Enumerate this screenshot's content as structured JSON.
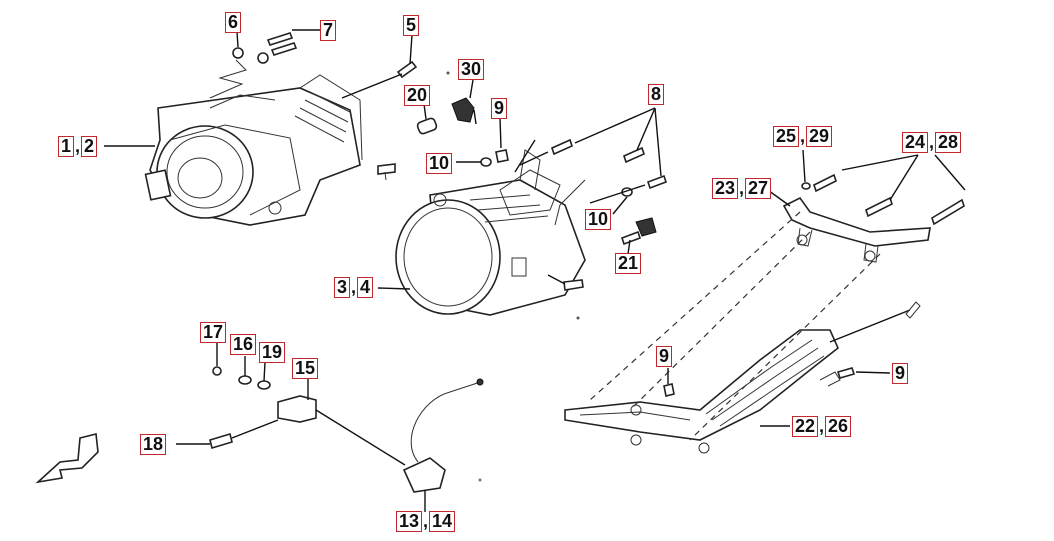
{
  "callouts": [
    {
      "id": "c-6",
      "nums": [
        "6"
      ]
    },
    {
      "id": "c-7",
      "nums": [
        "7"
      ]
    },
    {
      "id": "c-5",
      "nums": [
        "5"
      ]
    },
    {
      "id": "c-30",
      "nums": [
        "30"
      ]
    },
    {
      "id": "c-20",
      "nums": [
        "20"
      ]
    },
    {
      "id": "c-9a",
      "nums": [
        "9"
      ]
    },
    {
      "id": "c-8",
      "nums": [
        "8"
      ]
    },
    {
      "id": "c-1-2",
      "nums": [
        "1",
        "2"
      ]
    },
    {
      "id": "c-10a",
      "nums": [
        "10"
      ]
    },
    {
      "id": "c-10b",
      "nums": [
        "10"
      ]
    },
    {
      "id": "c-21",
      "nums": [
        "21"
      ]
    },
    {
      "id": "c-3-4",
      "nums": [
        "3",
        "4"
      ]
    },
    {
      "id": "c-25-29",
      "nums": [
        "25",
        "29"
      ]
    },
    {
      "id": "c-24-28",
      "nums": [
        "24",
        "28"
      ]
    },
    {
      "id": "c-23-27",
      "nums": [
        "23",
        "27"
      ]
    },
    {
      "id": "c-17",
      "nums": [
        "17"
      ]
    },
    {
      "id": "c-16",
      "nums": [
        "16"
      ]
    },
    {
      "id": "c-19",
      "nums": [
        "19"
      ]
    },
    {
      "id": "c-15",
      "nums": [
        "15"
      ]
    },
    {
      "id": "c-18",
      "nums": [
        "18"
      ]
    },
    {
      "id": "c-9b",
      "nums": [
        "9"
      ]
    },
    {
      "id": "c-9c",
      "nums": [
        "9"
      ]
    },
    {
      "id": "c-22-26",
      "nums": [
        "22",
        "26"
      ]
    },
    {
      "id": "c-13-14",
      "nums": [
        "13",
        "14"
      ]
    }
  ],
  "colors": {
    "callout_border": "#c0282d",
    "line": "#111111",
    "background": "#ffffff"
  }
}
